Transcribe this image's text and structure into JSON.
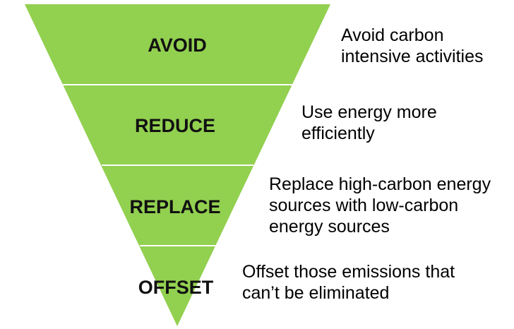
{
  "diagram": {
    "fill_color": "#92D050",
    "divider_color": "#ffffff",
    "tiers": [
      {
        "label": "AVOID",
        "description_lines": [
          "Avoid carbon",
          "intensive activities"
        ]
      },
      {
        "label": "REDUCE",
        "description_lines": [
          "Use energy more",
          "efficiently"
        ]
      },
      {
        "label": "REPLACE",
        "description_lines": [
          "Replace high-carbon energy",
          "sources with low-carbon",
          "energy sources"
        ]
      },
      {
        "label": "OFFSET",
        "description_lines": [
          "Offset those emissions that",
          "can’t be eliminated"
        ]
      }
    ]
  }
}
